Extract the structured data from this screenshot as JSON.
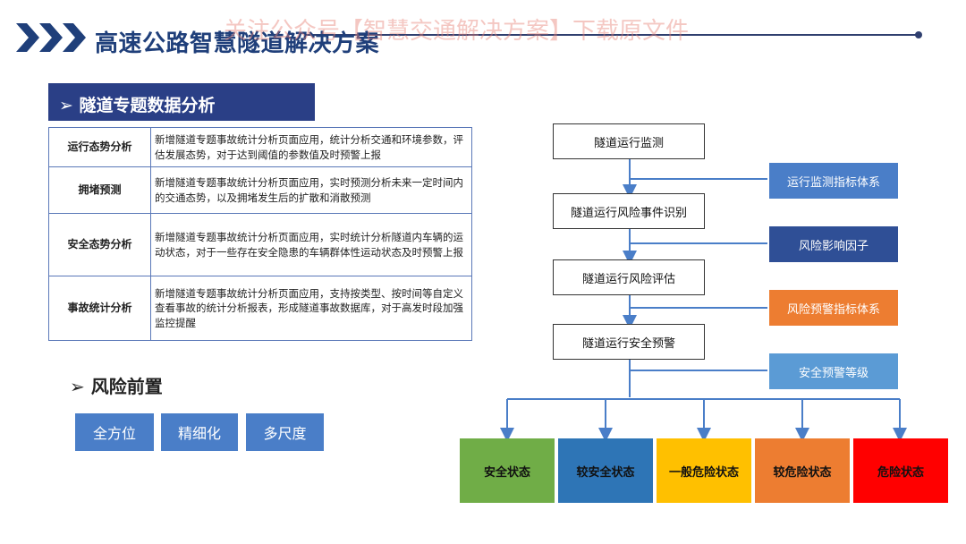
{
  "header": {
    "title": "高速公路智慧隧道解决方案",
    "watermark": "关注公众号【智慧交通解决方案】下载原文件"
  },
  "section": {
    "title": "➢ 隧道专题数据分析",
    "rows": [
      {
        "name": "运行态势分析",
        "desc": "新增隧道专题事故统计分析页面应用，统计分析交通和环境参数，评估发展态势，对于达到阈值的参数值及时预警上报"
      },
      {
        "name": "拥堵预测",
        "desc": "新增隧道专题事故统计分析页面应用，实时预测分析未来一定时间内的交通态势，以及拥堵发生后的扩散和消散预测"
      },
      {
        "name": "安全态势分析",
        "desc": "新增隧道专题事故统计分析页面应用，实时统计分析隧道内车辆的运动状态，对于一些存在安全隐患的车辆群体性运动状态及时预警上报"
      },
      {
        "name": "事故统计分析",
        "desc": "新增隧道专题事故统计分析页面应用，支持按类型、按时间等自定义查看事故的统计分析报表，形成隧道事故数据库，对于高发时段加强监控提醒"
      }
    ]
  },
  "risk": {
    "title": "➢ 风险前置",
    "tags": [
      "全方位",
      "精细化",
      "多尺度"
    ]
  },
  "flow": {
    "nodes": [
      "隧道运行监测",
      "隧道运行风险事件识别",
      "隧道运行风险评估",
      "隧道运行安全预警"
    ],
    "side_boxes": [
      {
        "label": "运行监测指标体系",
        "color": "#4a7ec8"
      },
      {
        "label": "风险影响因子",
        "color": "#2f4f96"
      },
      {
        "label": "风险预警指标体系",
        "color": "#ed7d31"
      },
      {
        "label": "安全预警等级",
        "color": "#5b9bd5"
      }
    ],
    "states": [
      {
        "label": "安全状态",
        "color": "#70ad47"
      },
      {
        "label": "较安全状态",
        "color": "#2e75b6"
      },
      {
        "label": "一般危险状态",
        "color": "#ffc000"
      },
      {
        "label": "较危险状态",
        "color": "#ed7d31"
      },
      {
        "label": "危险状态",
        "color": "#ff0000"
      }
    ]
  },
  "colors": {
    "brand": "#1f3f7a",
    "banner": "#2a3f86",
    "tag": "#4a7ec8",
    "connector": "#4a7ec8"
  }
}
